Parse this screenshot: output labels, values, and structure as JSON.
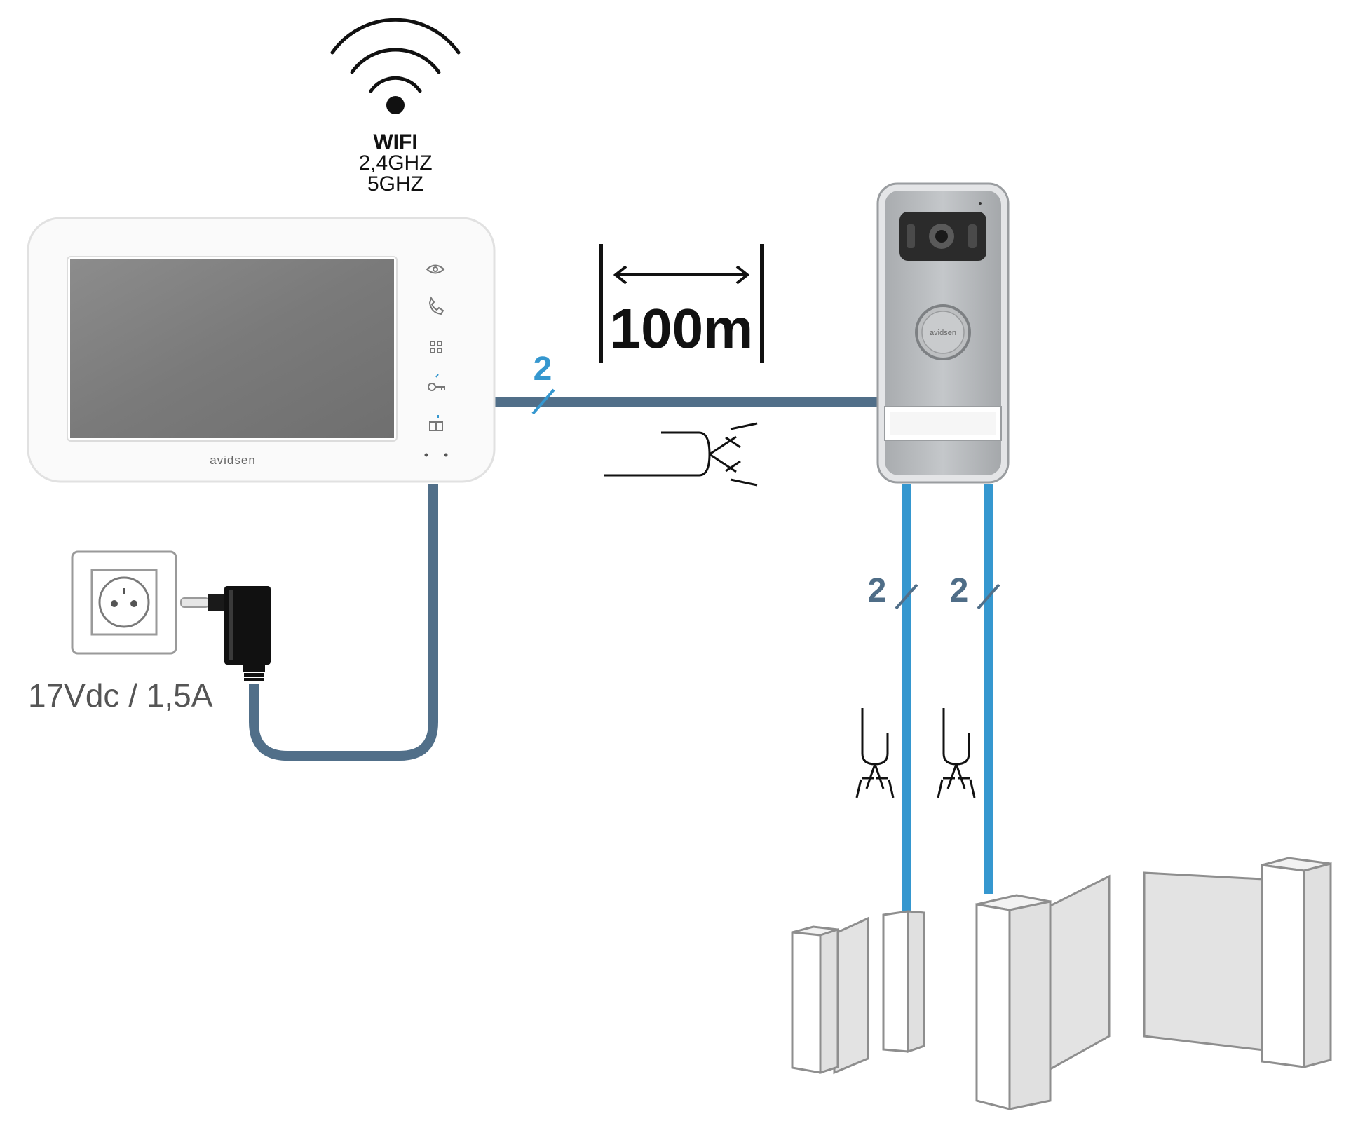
{
  "wifi": {
    "title": "WIFI",
    "band_1": "2,4GHZ",
    "band_2": "5GHZ",
    "icon": "wifi-icon"
  },
  "monitor": {
    "brand": "avidsen",
    "buttons": [
      "eye-icon",
      "phone-icon",
      "grid-icon",
      "key-icon",
      "door-icon"
    ]
  },
  "doorbell": {
    "brand": "avidsen"
  },
  "distance": {
    "label": "100m"
  },
  "cables": {
    "monitor_to_doorbell_wires": "2",
    "doorbell_to_lock_wires": "2",
    "doorbell_to_gate_wires": "2"
  },
  "power": {
    "label": "17Vdc / 1,5A"
  },
  "colors": {
    "cable_slate": "#516f89",
    "cable_blue": "#3597cf"
  }
}
